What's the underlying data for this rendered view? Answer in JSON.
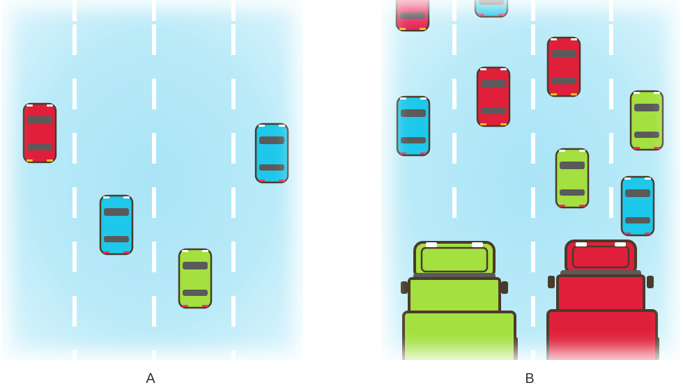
{
  "panels": [
    {
      "id": "A",
      "label": "A"
    },
    {
      "id": "B",
      "label": "B"
    }
  ],
  "colors": {
    "road": "#b4e8f7",
    "lane_marking": "#ffffff",
    "red": "#e0203a",
    "cyan": "#1ec8ea",
    "green": "#a4e040",
    "outline": "#4a3a2a"
  },
  "icons": [
    "car-icon",
    "truck-icon"
  ]
}
